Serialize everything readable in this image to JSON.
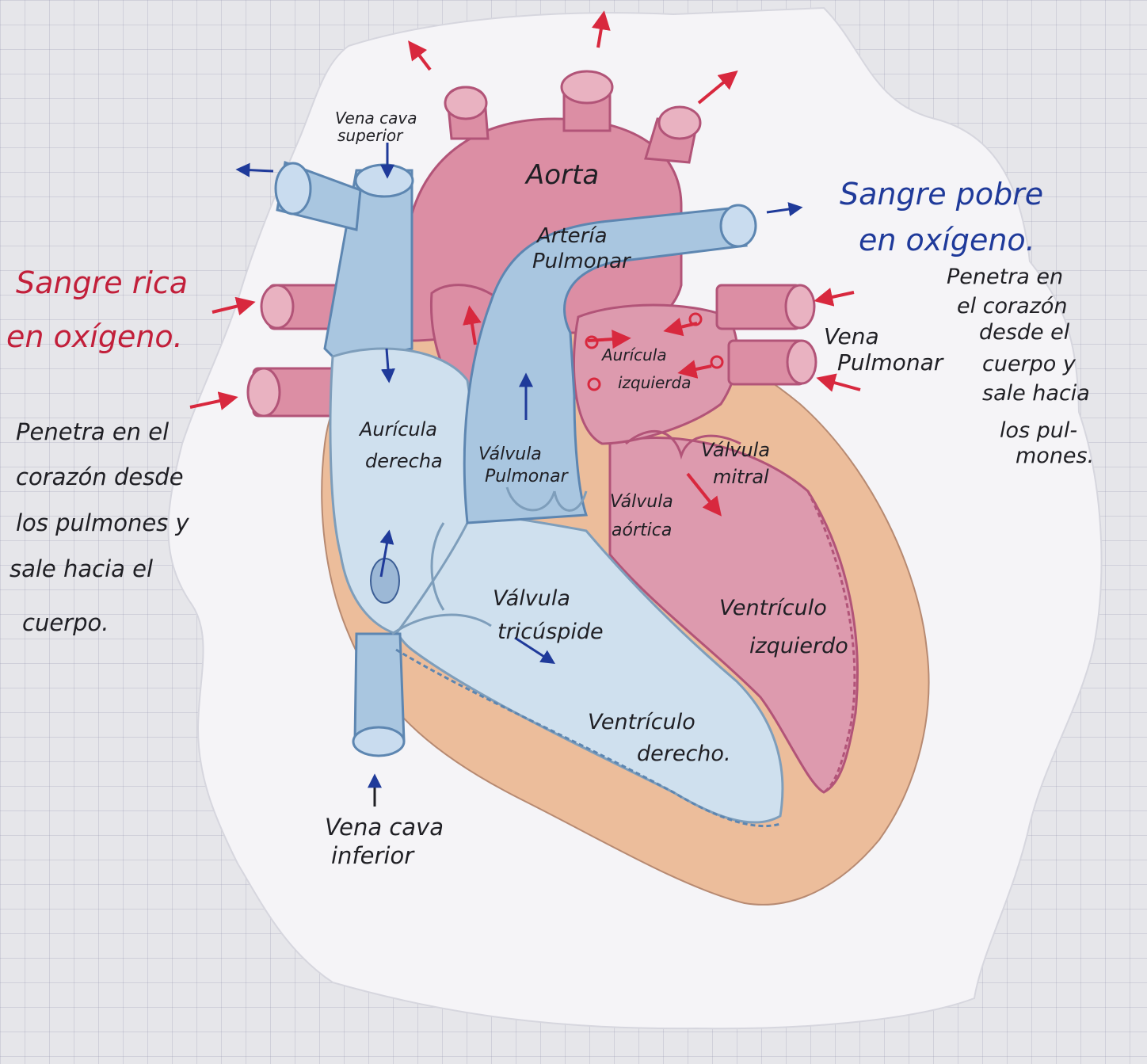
{
  "labels": {
    "vena_cava_superior": [
      "Vena cava",
      "superior"
    ],
    "aorta": "Aorta",
    "arteria_pulmonar": [
      "Artería",
      "Pulmonar"
    ],
    "sangre_pobre": [
      "Sangre pobre",
      "en oxígeno."
    ],
    "pobre_desc": [
      "Penetra en",
      "el corazón",
      "desde el",
      "cuerpo y",
      "sale hacia",
      "los pul-",
      "mones."
    ],
    "vena_pulmonar": [
      "Vena",
      "Pulmonar"
    ],
    "sangre_rica": [
      "Sangre rica",
      "en oxígeno."
    ],
    "rica_desc": [
      "Penetra en el",
      "corazón desde",
      "los pulmones y",
      "sale hacia el",
      "cuerpo."
    ],
    "auricula_izquierda": [
      "Aurícula",
      "izquierda"
    ],
    "auricula_derecha": [
      "Aurícula",
      "derecha"
    ],
    "valvula_pulmonar": [
      "Válvula",
      "Pulmonar"
    ],
    "valvula_mitral": [
      "Válvula",
      "mitral"
    ],
    "valvula_aortica": [
      "Válvula",
      "aórtica"
    ],
    "valvula_tricuspide": [
      "Válvula",
      "tricúspide"
    ],
    "ventriculo_izquierdo": [
      "Ventrículo",
      "izquierdo"
    ],
    "ventriculo_derecho": [
      "Ventrículo",
      "derecho."
    ],
    "vena_cava_inferior": [
      "Vena cava",
      "inferior"
    ]
  },
  "colors": {
    "oxygen_poor": "#a9c6e0",
    "oxygen_rich": "#d9879a",
    "wall": "#e9b996",
    "red_arrow": "#d8283e",
    "blue_arrow": "#1f3a9a",
    "ink": "#1f1f24"
  }
}
